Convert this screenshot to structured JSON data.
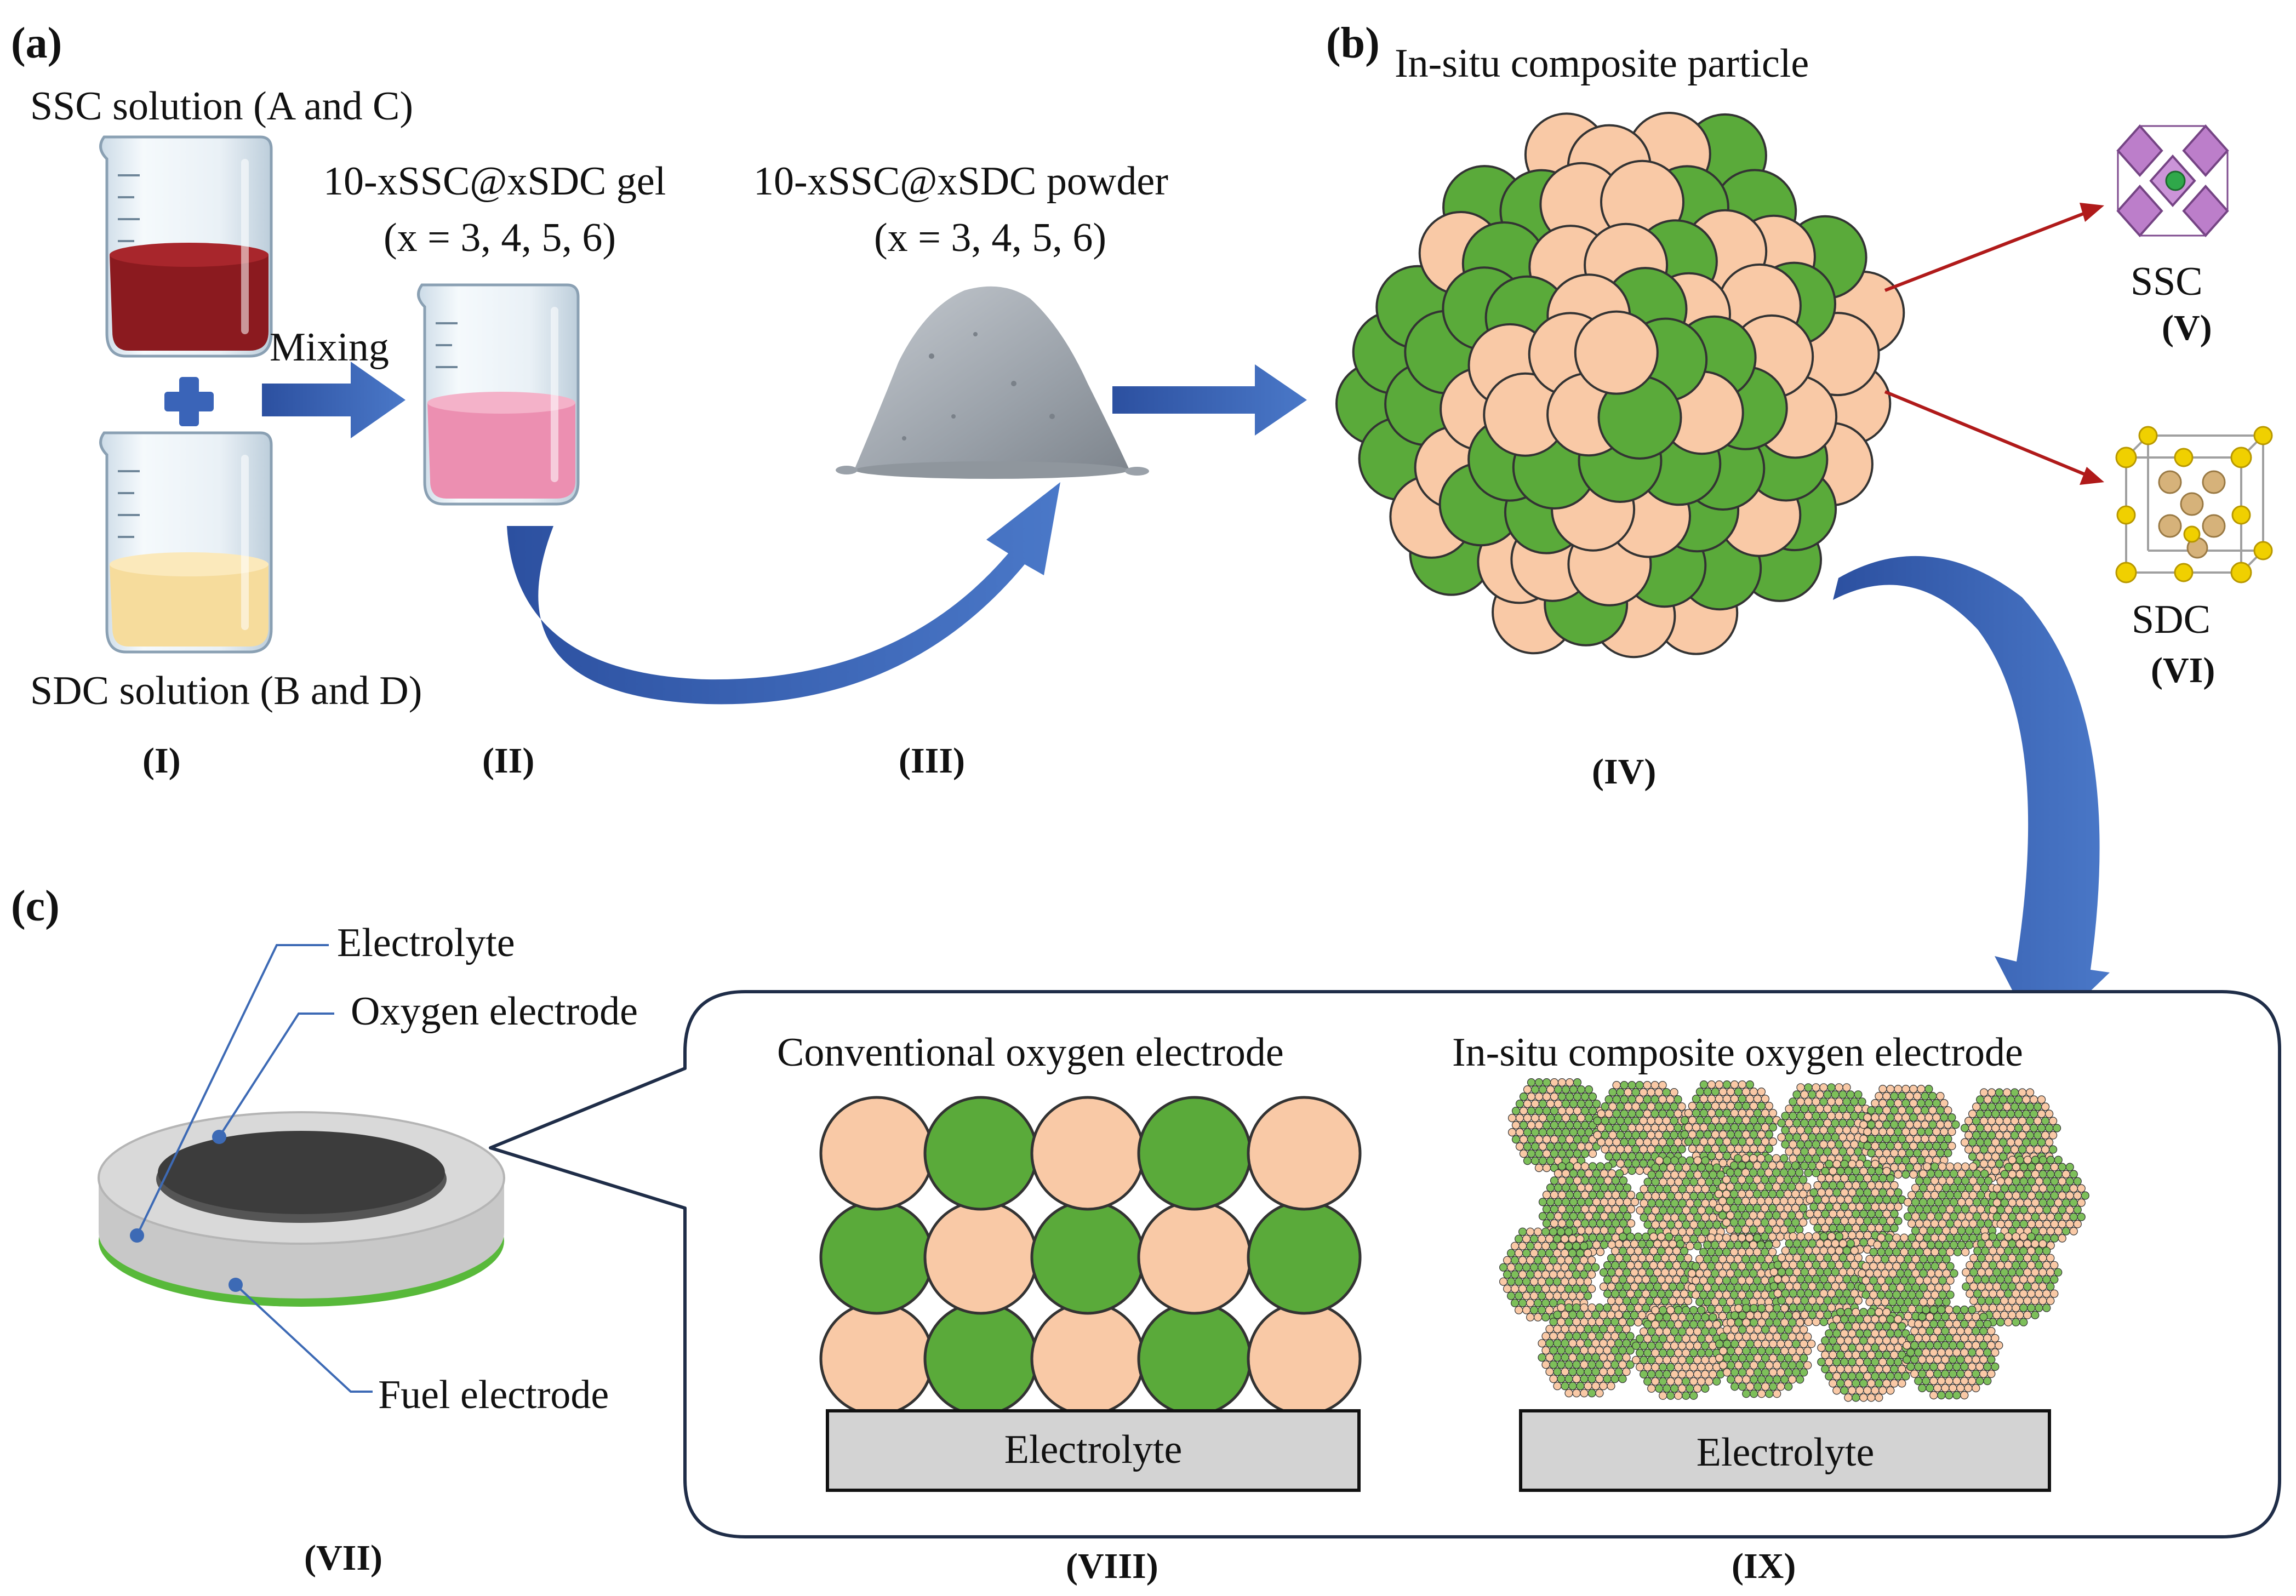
{
  "panel_labels": {
    "a": "(a)",
    "b": "(b)",
    "c": "(c)"
  },
  "step_labels": {
    "I": "(I)",
    "II": "(II)",
    "III": "(III)",
    "IV": "(IV)",
    "V": "(V)",
    "VI": "(VI)",
    "VII": "(VII)",
    "VIII": "(VIII)",
    "IX": "(IX)"
  },
  "texts": {
    "ssc_solution": "SSC solution (A and C)",
    "sdc_solution": "SDC solution (B and D)",
    "mixing": "Mixing",
    "gel_title": "10-xSSC@xSDC gel",
    "gel_x": "(x = 3, 4, 5, 6)",
    "powder_title": "10-xSSC@xSDC powder",
    "powder_x": "(x = 3, 4, 5, 6)",
    "insitu_particle": "In-situ composite particle",
    "ssc": "SSC",
    "sdc": "SDC",
    "electrolyte_callout": "Electrolyte",
    "oxygen_electrode_callout": "Oxygen electrode",
    "fuel_electrode_callout": "Fuel electrode",
    "conventional_title": "Conventional oxygen electrode",
    "insitu_title": "In-situ composite oxygen electrode",
    "electrolyte_left": "Electrolyte",
    "electrolyte_right": "Electrolyte"
  },
  "colors": {
    "ssc_particle": "#f9c9a6",
    "sdc_particle": "#5aaa3a",
    "ssc_solution": "#8b1a1f",
    "sdc_solution": "#f6dc9c",
    "gel": "#ec8fb1",
    "process_arrow": "#3a64b8",
    "leader_arrow": "#b01a1a",
    "callout_line": "#3d6ab5",
    "electrolyte_block": "#d3d3d3",
    "fuel_electrode_ring": "#58b93a"
  }
}
